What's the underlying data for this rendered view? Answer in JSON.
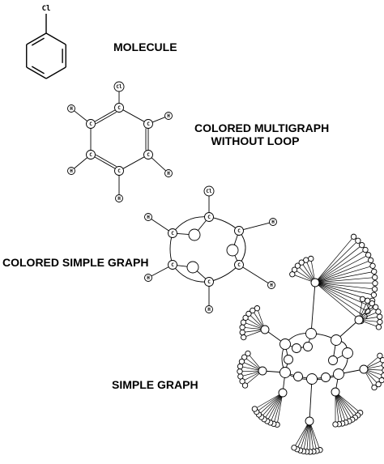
{
  "captions": {
    "molecule": "MOLECULE",
    "multigraph_line1": "COLORED MULTIGRAPH",
    "multigraph_line2": "WITHOUT LOOP",
    "colored_simple": "COLORED SIMPLE GRAPH",
    "simple_graph": "SIMPLE GRAPH"
  },
  "atoms": {
    "chlorine": "Cl",
    "carbon": "C",
    "hydrogen": "H"
  }
}
